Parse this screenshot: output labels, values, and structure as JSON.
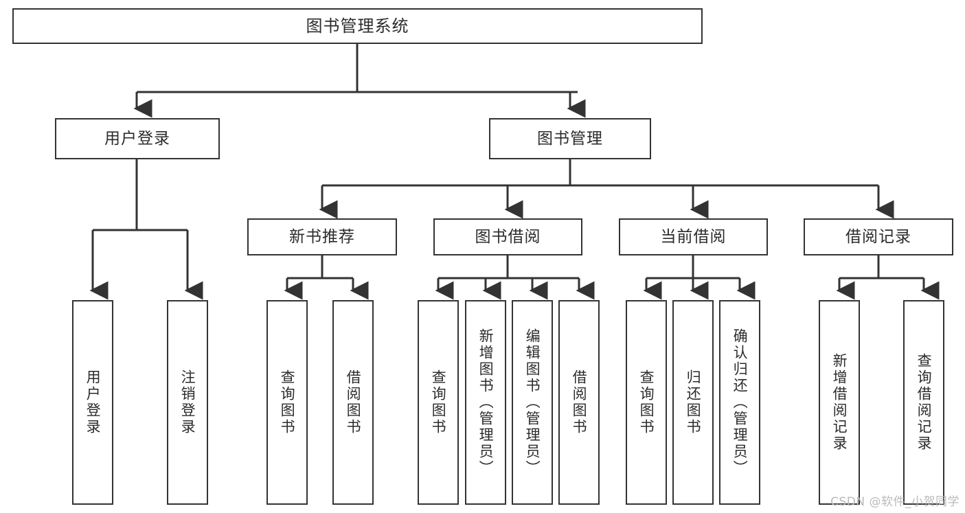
{
  "diagram": {
    "title": "图书管理系统",
    "type": "tree",
    "root": {
      "label": "图书管理系统"
    },
    "level2": [
      {
        "id": "user-login",
        "label": "用户登录"
      },
      {
        "id": "book-management",
        "label": "图书管理"
      }
    ],
    "level3": [
      {
        "id": "new-book-recommend",
        "label": "新书推荐",
        "parent": "book-management"
      },
      {
        "id": "book-borrow",
        "label": "图书借阅",
        "parent": "book-management"
      },
      {
        "id": "current-borrow",
        "label": "当前借阅",
        "parent": "book-management"
      },
      {
        "id": "borrow-record",
        "label": "借阅记录",
        "parent": "book-management"
      }
    ],
    "leaves": [
      {
        "id": "leaf-user-login",
        "label": "用户登录",
        "parent": "user-login"
      },
      {
        "id": "leaf-logout-login",
        "label": "注销登录",
        "parent": "user-login"
      },
      {
        "id": "leaf-query-book-1",
        "label": "查询图书",
        "parent": "new-book-recommend"
      },
      {
        "id": "leaf-borrow-book-1",
        "label": "借阅图书",
        "parent": "new-book-recommend"
      },
      {
        "id": "leaf-query-book-2",
        "label": "查询图书",
        "parent": "book-borrow"
      },
      {
        "id": "leaf-add-book-admin",
        "label": "新增图书（管理员）",
        "parent": "book-borrow"
      },
      {
        "id": "leaf-edit-book-admin",
        "label": "编辑图书（管理员）",
        "parent": "book-borrow"
      },
      {
        "id": "leaf-borrow-book-2",
        "label": "借阅图书",
        "parent": "book-borrow"
      },
      {
        "id": "leaf-query-book-3",
        "label": "查询图书",
        "parent": "current-borrow"
      },
      {
        "id": "leaf-return-book",
        "label": "归还图书",
        "parent": "current-borrow"
      },
      {
        "id": "leaf-confirm-return-admin",
        "label": "确认归还（管理员）",
        "parent": "current-borrow"
      },
      {
        "id": "leaf-add-borrow-record",
        "label": "新增借阅记录",
        "parent": "borrow-record"
      },
      {
        "id": "leaf-query-borrow-record",
        "label": "查询借阅记录",
        "parent": "borrow-record"
      }
    ],
    "watermark": "CSDN @软件_小贺同学",
    "colors": {
      "stroke": "#333333",
      "text": "#2b2b2b",
      "background": "#ffffff",
      "watermark": "#b9b9b9"
    }
  }
}
